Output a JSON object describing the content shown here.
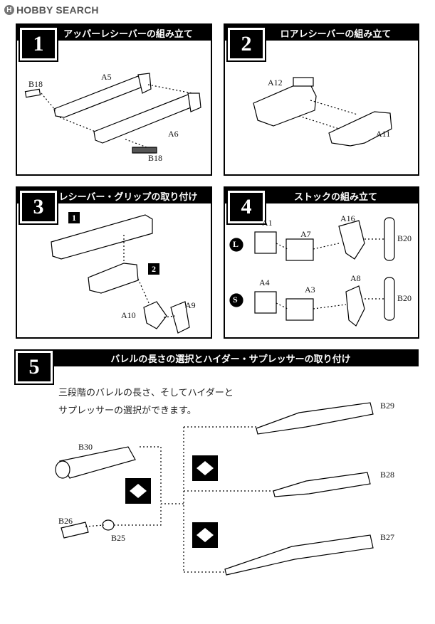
{
  "watermark": {
    "text": "HOBBY SEARCH"
  },
  "steps": [
    {
      "number": "1",
      "title": "アッパーレシーバーの組み立て",
      "labels": {
        "a": "A5",
        "b": "B18",
        "c": "A6",
        "d": "B18"
      }
    },
    {
      "number": "2",
      "title": "ロアレシーバーの組み立て",
      "labels": {
        "a": "A12",
        "b": "A11"
      }
    },
    {
      "number": "3",
      "title": "レシーバー・グリップの取り付け",
      "labels": {
        "ref1": "1",
        "ref2": "2",
        "a": "A10",
        "b": "A9"
      }
    },
    {
      "number": "4",
      "title": "ストックの組み立て",
      "labels": {
        "a1": "A1",
        "a7": "A7",
        "a16": "A16",
        "b20a": "B20",
        "l": "L",
        "a4": "A4",
        "a3": "A3",
        "a8": "A8",
        "b20b": "B20",
        "s": "S"
      }
    },
    {
      "number": "5",
      "title": "バレルの長さの選択とハイダー・サプレッサーの取り付け",
      "labels": {
        "b30": "B30",
        "b26": "B26",
        "b25": "B25",
        "b29": "B29",
        "b28": "B28",
        "b27": "B27"
      }
    }
  ],
  "step5_note": {
    "line1": "三段階のバレルの長さ、そしてハイダーと",
    "line2": "サプレッサーの選択ができます。"
  }
}
